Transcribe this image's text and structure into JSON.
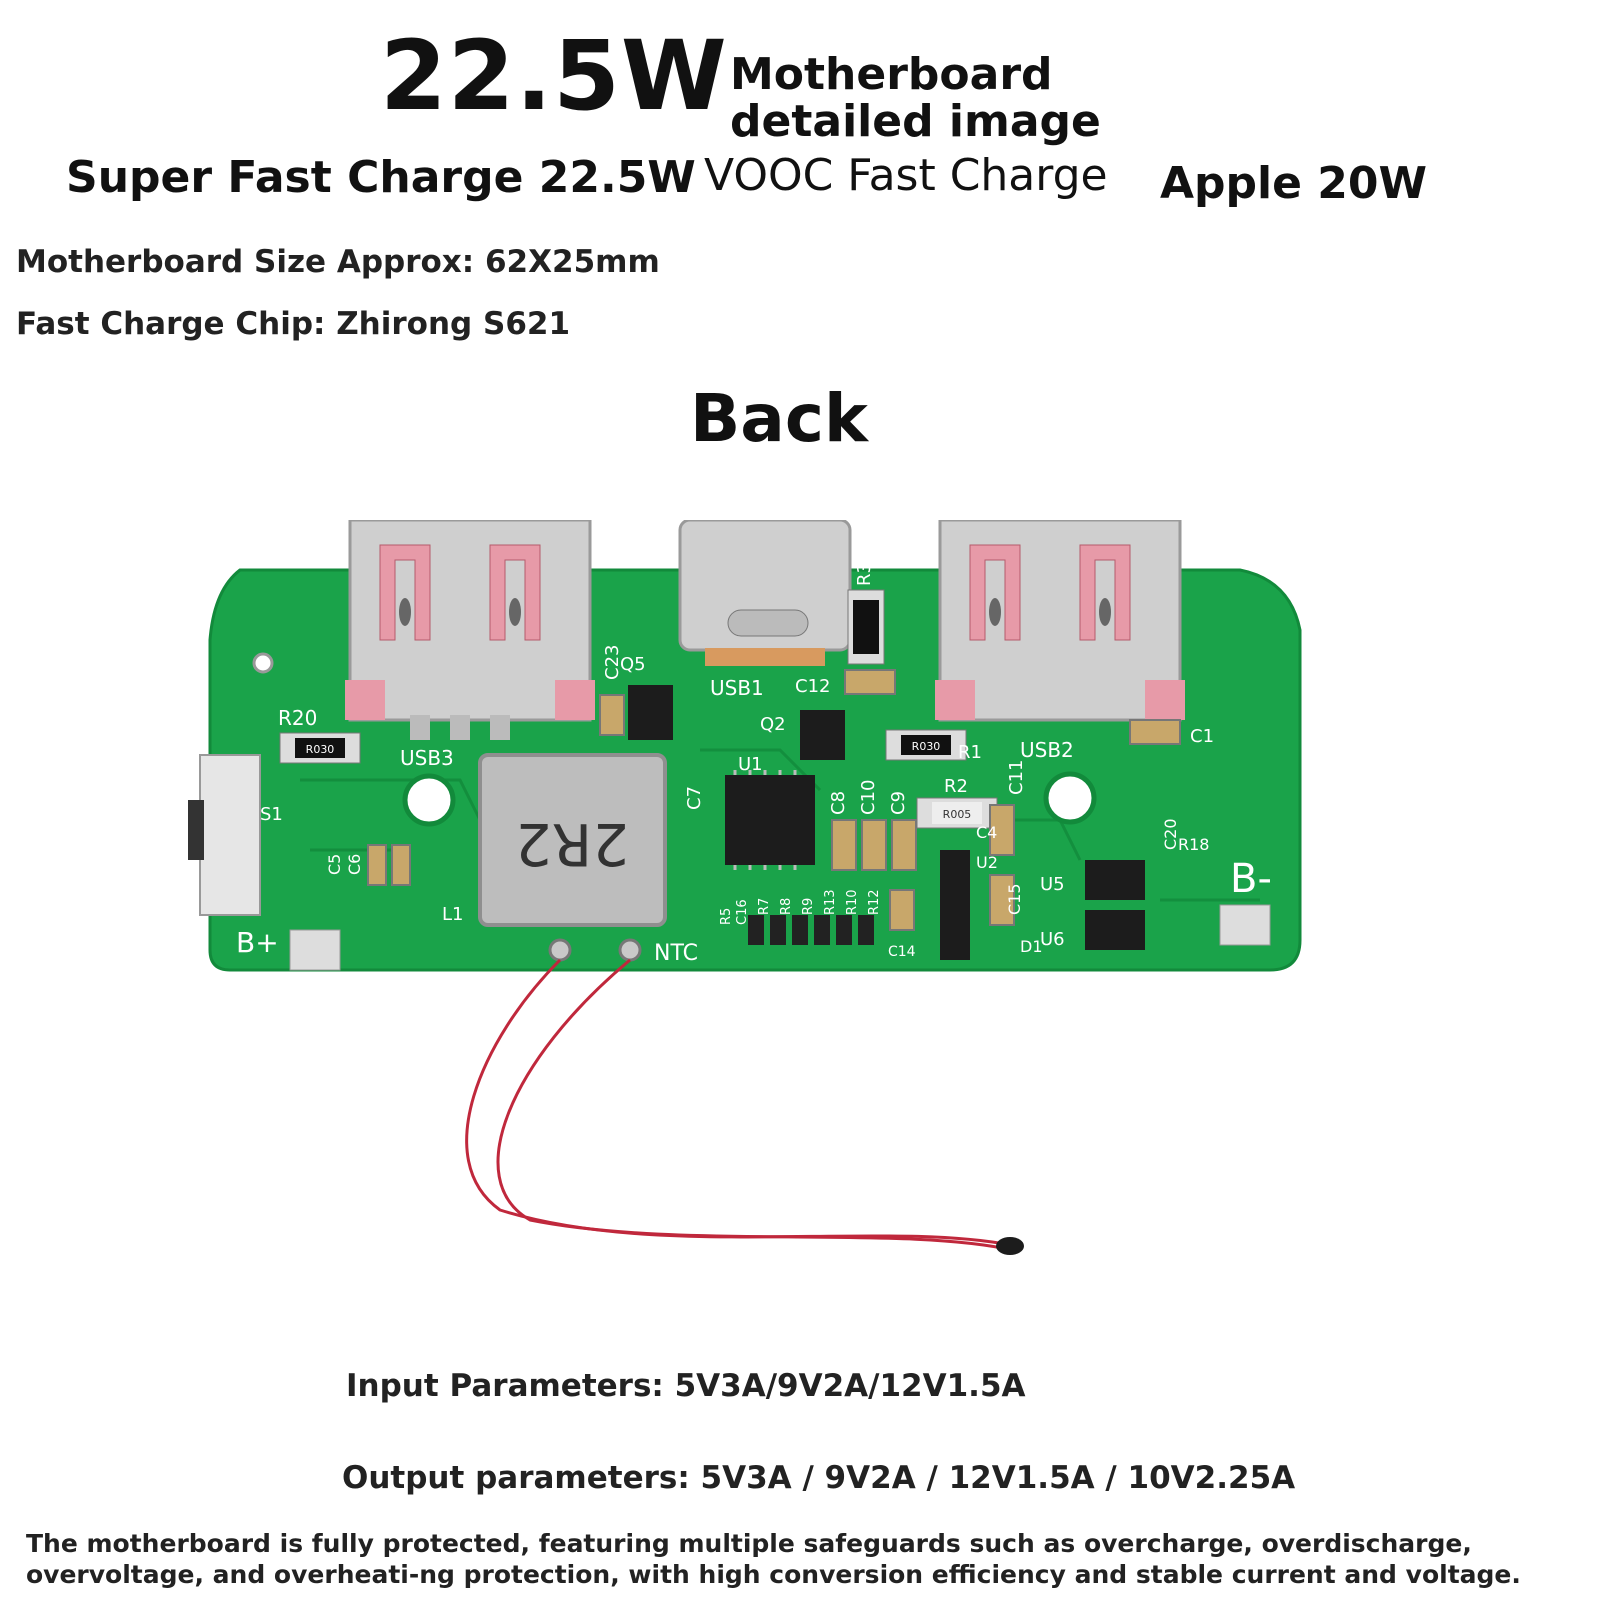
{
  "header": {
    "power": "22.5W",
    "subtitle": "Motherboard detailed image"
  },
  "features": [
    "Super Fast Charge 22.5W",
    "VOOC Fast Charge",
    "Apple 20W"
  ],
  "specs": [
    "Motherboard Size Approx: 62X25mm",
    "Fast Charge Chip: Zhirong S621"
  ],
  "view_title": "Back",
  "board": {
    "colors": {
      "pcb": "#1aa34a",
      "pcb_dark": "#128a3b",
      "metal": "#c9c9c9",
      "pink": "#e79aa8",
      "wire": "#c0283c"
    },
    "labels": {
      "usb3": "USB3",
      "usb1": "USB1",
      "usb2": "USB2",
      "r20": "R20",
      "r3": "R3",
      "c23": "C23",
      "q5": "Q5",
      "c12": "C12",
      "q2": "Q2",
      "r1": "R1",
      "c1": "C1",
      "u1": "U1",
      "c7": "C7",
      "c8": "C8",
      "c10": "C10",
      "c9": "C9",
      "r2": "R2",
      "c11": "C11",
      "c4": "C4",
      "u2": "U2",
      "c15": "C15",
      "u5": "U5",
      "u6": "U6",
      "c20": "C20",
      "r18": "R18",
      "s1": "S1",
      "c5": "C5",
      "c6": "C6",
      "l1": "L1",
      "r5": "R5",
      "c16": "C16",
      "r7": "R7",
      "r8": "R8",
      "r9": "R9",
      "r13": "R13",
      "r10": "R10",
      "r12": "R12",
      "c14": "C14",
      "d1": "D1",
      "ntc": "NTC",
      "bplus": "B+",
      "bminus": "B-",
      "inductor": "2R2",
      "res_r030": "R030",
      "res_r005": "R005"
    }
  },
  "parameters": {
    "input": "Input Parameters: 5V3A/9V2A/12V1.5A",
    "output": "Output parameters: 5V3A / 9V2A / 12V1.5A / 10V2.25A"
  },
  "note": "The motherboard is fully protected, featuring multiple safeguards such as overcharge, overdischarge, overvoltage, and overheati-ng protection, with high conversion efficiency and stable current and voltage."
}
